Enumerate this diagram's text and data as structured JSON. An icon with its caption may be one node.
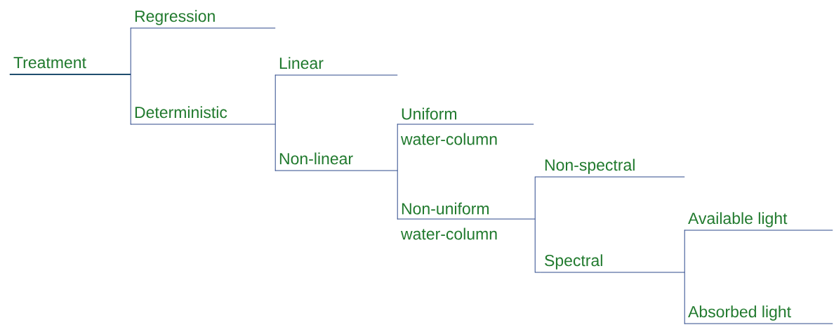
{
  "diagram": {
    "nodes": [
      {
        "text": [
          "Treatment"
        ]
      },
      {
        "text": [
          "Regression"
        ]
      },
      {
        "text": [
          "Deterministic"
        ]
      },
      {
        "text": [
          "Linear"
        ]
      },
      {
        "text": [
          "Non-linear"
        ]
      },
      {
        "text": [
          "Uniform water-column"
        ]
      },
      {
        "text": [
          "Non-uniform water-column"
        ]
      },
      {
        "text": [
          "Non-spectral"
        ]
      },
      {
        "text": [
          "Spectral"
        ]
      },
      {
        "text": [
          "Available light"
        ]
      },
      {
        "text": [
          "Absorbed light"
        ]
      }
    ],
    "edges": [
      {
        "from": 0,
        "to": 1,
        "arrow": "none"
      },
      {
        "from": 0,
        "to": 2,
        "arrow": "none"
      },
      {
        "from": 2,
        "to": 3,
        "arrow": "none"
      },
      {
        "from": 2,
        "to": 4,
        "arrow": "none"
      },
      {
        "from": 4,
        "to": 5,
        "arrow": "none"
      },
      {
        "from": 4,
        "to": 6,
        "arrow": "none"
      },
      {
        "from": 6,
        "to": 7,
        "arrow": "none"
      },
      {
        "from": 6,
        "to": 8,
        "arrow": "none"
      },
      {
        "from": 8,
        "to": 9,
        "arrow": "none"
      },
      {
        "from": 8,
        "to": 10,
        "arrow": "none"
      }
    ]
  }
}
